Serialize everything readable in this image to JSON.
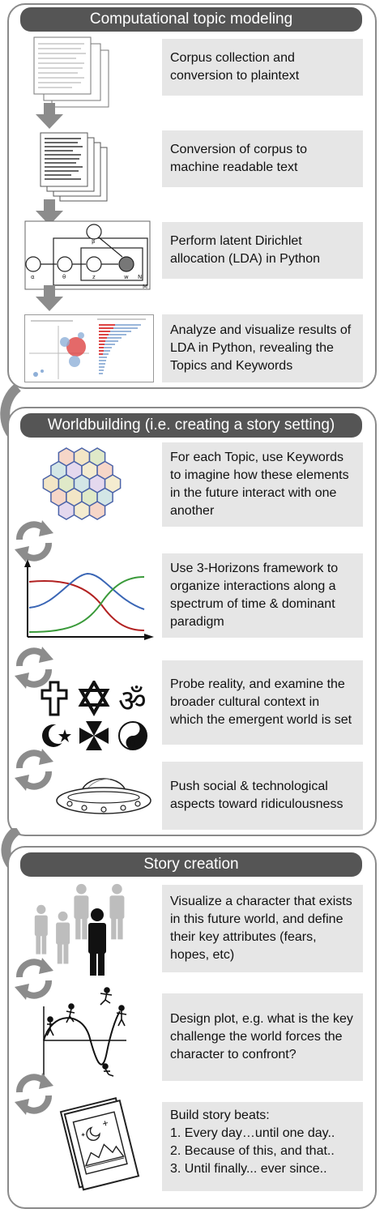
{
  "sections": [
    {
      "title": "Computational topic modeling",
      "steps": [
        "Corpus collection and conversion to plaintext",
        "Conversion of corpus to machine readable text",
        "Perform latent Dirichlet allocation (LDA) in Python",
        "Analyze and visualize results of LDA in Python, revealing the Topics and Keywords"
      ]
    },
    {
      "title": "Worldbuilding (i.e. creating a story setting)",
      "steps": [
        "For each Topic, use Keywords to imagine how these elements in the future interact with one another",
        "Use 3-Horizons framework to organize interactions along a spectrum of time & dominant paradigm",
        "Probe reality, and examine the broader cultural context in which the emergent world is set",
        "Push social & technological aspects toward ridiculousness"
      ]
    },
    {
      "title": "Story creation",
      "steps": [
        "Visualize a character that exists in this future world, and define their key attributes (fears, hopes, etc)",
        "Design plot, e.g. what is the key challenge the world forces the character to confront?",
        "Build story beats:\n1. Every day…until one day..\n2. Because of this, and that..\n3. Until finally... ever since.."
      ]
    }
  ],
  "lda_labels": {
    "beta": "β",
    "alpha": "α",
    "theta": "θ",
    "z": "z",
    "w": "w",
    "n": "N",
    "m": "M"
  },
  "colors": {
    "header_bg": "#555555",
    "step_bg": "#e6e6e6",
    "border": "#8a8a8a",
    "arrow": "#8c8c8c",
    "curve_red": "#b22222",
    "curve_blue": "#3a66b5",
    "curve_green": "#3a9a3a"
  }
}
